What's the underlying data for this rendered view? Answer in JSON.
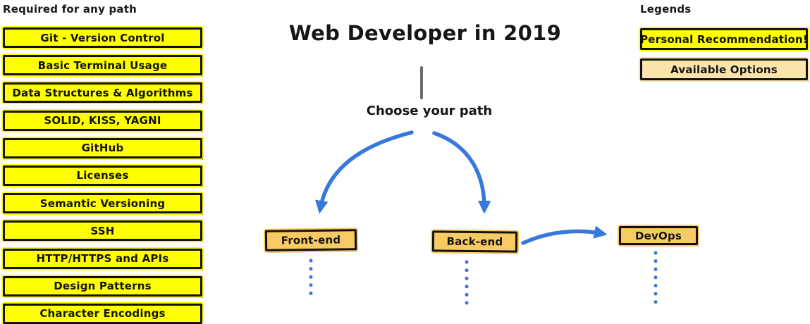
{
  "left_panel": {
    "heading": "Required for any path",
    "items": [
      "Git - Version Control",
      "Basic Terminal Usage",
      "Data Structures & Algorithms",
      "SOLID, KISS, YAGNI",
      "GitHub",
      "Licenses",
      "Semantic Versioning",
      "SSH",
      "HTTP/HTTPS and APIs",
      "Design Patterns",
      "Character Encodings"
    ]
  },
  "main": {
    "title": "Web Developer in 2019",
    "subtitle": "Choose your path",
    "nodes": [
      {
        "label": "Front-end"
      },
      {
        "label": "Back-end"
      },
      {
        "label": "DevOps"
      }
    ]
  },
  "legend": {
    "heading": "Legends",
    "items": [
      {
        "label": "Personal Recommendation!",
        "type": "recommendation"
      },
      {
        "label": "Available Options",
        "type": "option"
      }
    ]
  },
  "colors": {
    "recommendation": "#FFFF00",
    "node": "#F8CA63",
    "option": "#FBE3AC",
    "arrow": "#3878DC",
    "stem": "#6A6A6A"
  }
}
